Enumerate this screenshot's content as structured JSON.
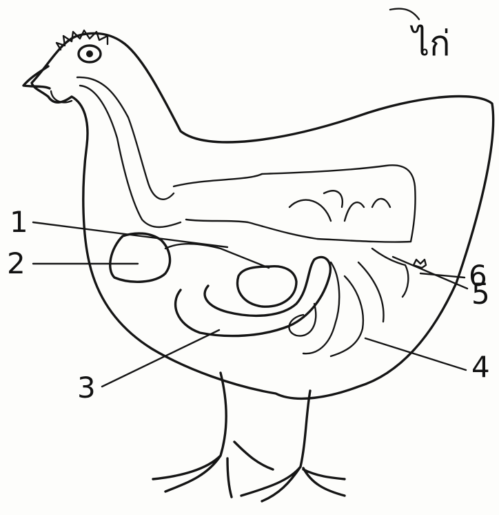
{
  "title": "ไก่",
  "labels": [
    {
      "id": "1",
      "text": "1"
    },
    {
      "id": "2",
      "text": "2"
    },
    {
      "id": "3",
      "text": "3"
    },
    {
      "id": "4",
      "text": "4"
    },
    {
      "id": "5",
      "text": "5"
    },
    {
      "id": "6",
      "text": "6"
    }
  ]
}
